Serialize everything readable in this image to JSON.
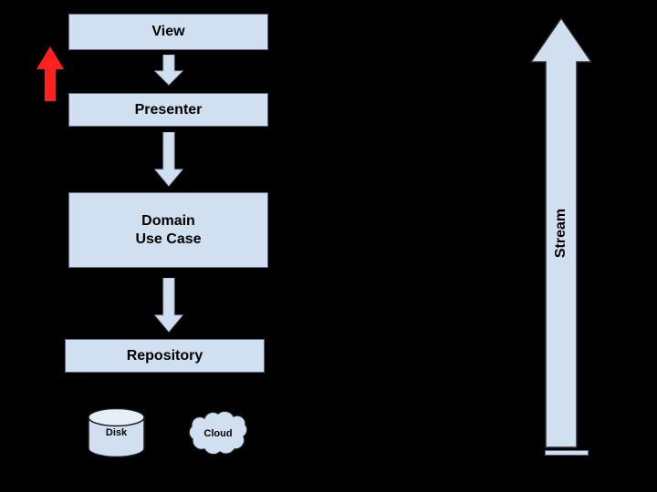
{
  "diagram": {
    "background_color": "#000000",
    "node_fill": "#d0e0f0",
    "node_stroke": "#5a6a80",
    "accent_color": "#ff2020",
    "nodes": [
      {
        "id": "view",
        "label": "View"
      },
      {
        "id": "presenter",
        "label": "Presenter"
      },
      {
        "id": "domain",
        "label_line1": "Domain",
        "label_line2": "Use Case"
      },
      {
        "id": "repository",
        "label": "Repository"
      }
    ],
    "storage": [
      {
        "id": "disk",
        "label": "Disk",
        "icon": "cylinder-icon"
      },
      {
        "id": "cloud",
        "label": "Cloud",
        "icon": "cloud-icon"
      }
    ],
    "stream": {
      "label": "Stream",
      "direction": "up",
      "icon": "up-arrow-icon"
    },
    "flow_arrows": [
      {
        "id": "view-to-presenter",
        "icon": "down-arrow-icon"
      },
      {
        "id": "presenter-to-domain",
        "icon": "down-arrow-icon"
      },
      {
        "id": "domain-to-repository",
        "icon": "down-arrow-icon"
      }
    ],
    "callout_arrow": {
      "id": "red-up-arrow",
      "icon": "up-arrow-icon",
      "color": "#ff2020"
    }
  }
}
